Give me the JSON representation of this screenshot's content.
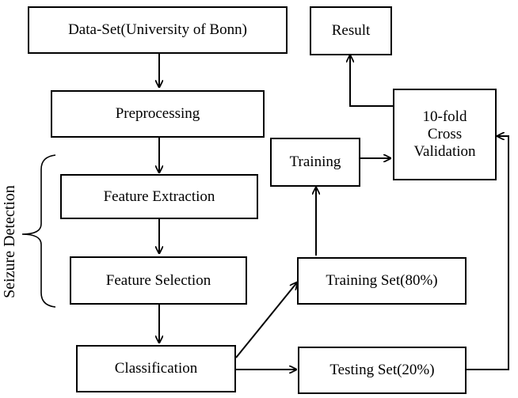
{
  "boxes": {
    "dataset": "Data-Set(University of Bonn)",
    "preprocessing": "Preprocessing",
    "feature_extraction": "Feature Extraction",
    "feature_selection": "Feature Selection",
    "classification": "Classification",
    "training_set": "Training Set(80%)",
    "testing_set": "Testing Set(20%)",
    "training": "Training",
    "result": "Result",
    "cross_validation": "10-fold\nCross\nValidation"
  },
  "side_label": "Seizure Detection"
}
